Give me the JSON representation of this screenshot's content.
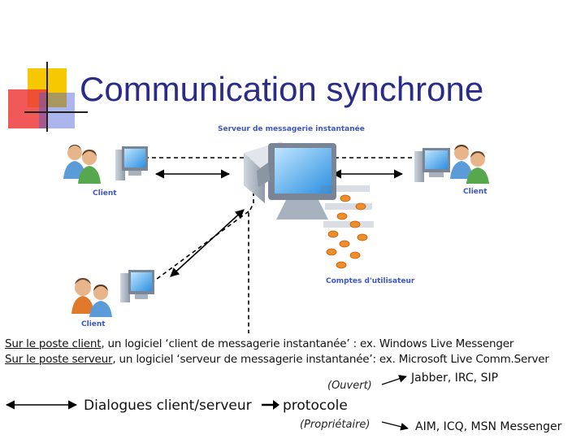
{
  "title": "Communication synchrone",
  "diagram": {
    "server_label": "Serveur de messagerie instantanée",
    "client_left_label": "Client",
    "client_right_label": "Client",
    "client_bottom_label": "Client",
    "accounts_label": "Comptes d'utilisateur"
  },
  "lines": [
    {
      "underlined": "Sur le poste client",
      "rest": ", un logiciel ‘client de messagerie instantanée’ : ex. Windows Live Messenger"
    },
    {
      "underlined": "Sur le poste serveur",
      "rest": ", un logiciel ‘serveur de messagerie instantanée’: ex. Microsoft Live Comm.Server"
    }
  ],
  "bottom": {
    "dialogues": "Dialogues client/serveur",
    "protocole": "protocole",
    "open_label": "(Ouvert)",
    "open_protocols": "Jabber, IRC, SIP",
    "prop_label": "(Propriétaire)",
    "prop_protocols": "AIM, ICQ, MSN Messenger"
  },
  "colors": {
    "title": "#2b2b88",
    "diagram_labels": "#3a56c8",
    "accent_yellow": "#f5c400",
    "accent_red": "#ee3333",
    "accent_blue": "#3c4bd0"
  }
}
